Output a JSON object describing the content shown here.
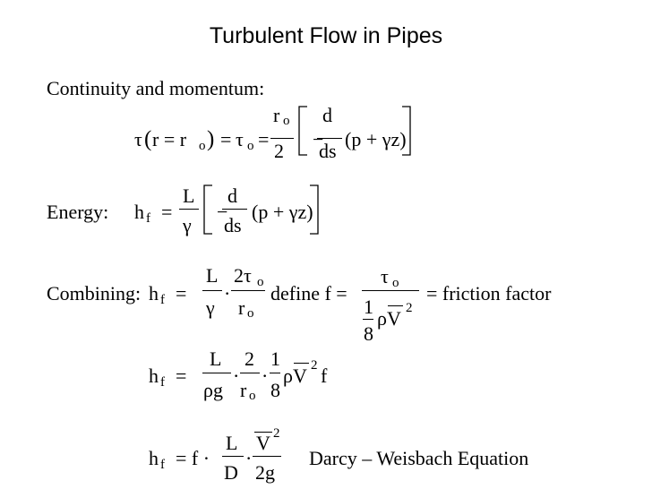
{
  "title": "Turbulent Flow in Pipes",
  "section1": {
    "label": "Continuity and momentum:",
    "tau": "τ",
    "lparen": "(",
    "r_eq": "r = r",
    "sub_o": "o",
    "rparen": ")",
    "eq": "=",
    "tau_o": "τ",
    "eq2": "=",
    "frac_num": "r",
    "frac_den": "2",
    "minus": "−",
    "d_num": "d",
    "d_den": "ds",
    "paren_expr": "(p + γz)"
  },
  "section2": {
    "label": "Energy:",
    "h": "h",
    "sub_f": "f",
    "eq": "=",
    "L": "L",
    "gamma": "γ",
    "minus": "−",
    "d_num": "d",
    "d_den": "ds",
    "paren_expr": "(p + γz)"
  },
  "section3": {
    "label": "Combining:",
    "h": "h",
    "sub_f": "f",
    "eq": "=",
    "L": "L",
    "gamma": "γ",
    "dot": "·",
    "num2": "2τ",
    "sub_o": "o",
    "den_r": "r",
    "define": "define  f =",
    "tau": "τ",
    "one": "1",
    "eight": "8",
    "rhoV": "ρV",
    "sq": "2",
    "friction": "= friction factor"
  },
  "section4": {
    "h": "h",
    "sub_f": "f",
    "eq": "=",
    "L": "L",
    "rhog": "ρg",
    "dot": "·",
    "two": "2",
    "r": "r",
    "sub_o": "o",
    "one": "1",
    "eight": "8",
    "rhoV": "ρV",
    "sq": "2",
    "f": "f"
  },
  "section5": {
    "h": "h",
    "sub_f": "f",
    "eqf": "= f ·",
    "L": "L",
    "D": "D",
    "dot": "·",
    "V": "V",
    "sq": "2",
    "twog": "2g",
    "name": "Darcy – Weisbach Equation"
  }
}
